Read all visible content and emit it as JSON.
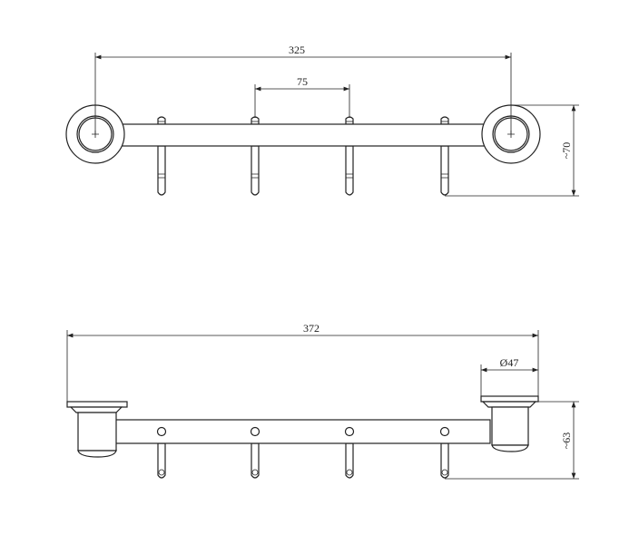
{
  "front_view": {
    "dim_overall_centers": "325",
    "dim_hook_spacing": "75",
    "dim_depth": "~70",
    "hook_count": 4
  },
  "side_view": {
    "dim_overall_length": "372",
    "dim_flange_diameter": "Ø47",
    "dim_height": "~63",
    "hook_count": 4
  }
}
